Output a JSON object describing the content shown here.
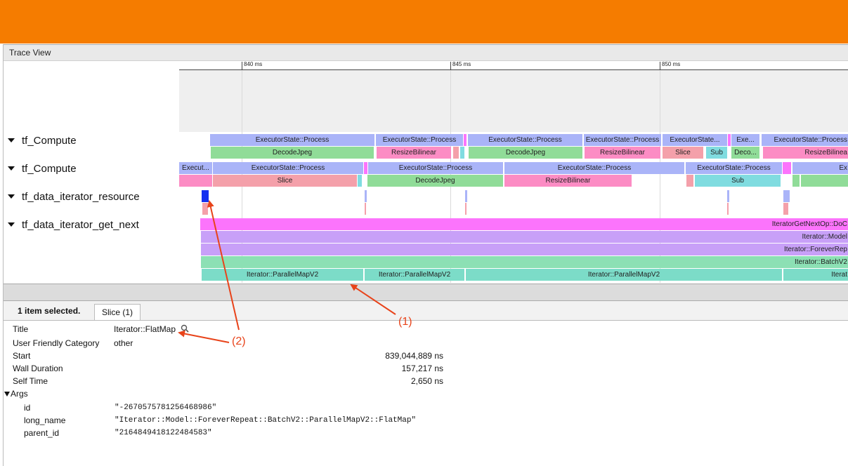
{
  "panel": {
    "title": "Trace View"
  },
  "ruler": {
    "ticks": [
      "840 ms",
      "845 ms",
      "850 ms"
    ]
  },
  "tracks": [
    "tf_Compute",
    "tf_Compute",
    "tf_data_iterator_resource",
    "tf_data_iterator_get_next"
  ],
  "slices": {
    "compute1_top": [
      "ExecutorState::Process",
      "ExecutorState::Process",
      "ExecutorState::Process",
      "ExecutorState::Process",
      "ExecutorState...",
      "Exe...",
      "ExecutorState::Process"
    ],
    "compute1_bottom": [
      "DecodeJpeg",
      "ResizeBilinear",
      "DecodeJpeg",
      "ResizeBilinear",
      "Slice",
      "Sub",
      "Deco...",
      "ResizeBilinea"
    ],
    "compute2_top": [
      "Execut...",
      "ExecutorState::Process",
      "ExecutorState::Process",
      "ExecutorState::Process",
      "ExecutorState::Process",
      "Ex"
    ],
    "compute2_bottom": [
      "Slice",
      "DecodeJpeg",
      "ResizeBilinear",
      "Sub"
    ],
    "get_next": [
      "IteratorGetNextOp::DoC",
      "Iterator::Model",
      "Iterator::ForeverRep",
      "Iterator::BatchV2"
    ],
    "parallel_map": [
      "Iterator::ParallelMapV2",
      "Iterator::ParallelMapV2",
      "Iterator::ParallelMapV2",
      "Iterat"
    ]
  },
  "selection": {
    "count_label": "1 item selected.",
    "tab_label": "Slice (1)",
    "fields": [
      {
        "label": "Title",
        "value": "Iterator::FlatMap"
      },
      {
        "label": "User Friendly Category",
        "value": "other"
      },
      {
        "label": "Start",
        "value": "839,044,889 ns"
      },
      {
        "label": "Wall Duration",
        "value": "157,217 ns"
      },
      {
        "label": "Self Time",
        "value": "2,650 ns"
      }
    ],
    "args_label": "Args",
    "args": [
      {
        "key": "id",
        "value": "\"-2670575781256468986\""
      },
      {
        "key": "long_name",
        "value": "\"Iterator::Model::ForeverRepeat::BatchV2::ParallelMapV2::FlatMap\""
      },
      {
        "key": "parent_id",
        "value": "\"2164849418122484583\""
      }
    ]
  },
  "annotations": [
    "(1)",
    "(2)"
  ],
  "colors": {
    "topbar": "#f57c00",
    "executor": "#aab4f8",
    "decode": "#90dc98",
    "resize": "#fc8cc4",
    "slice": "#f4a0aa",
    "sub": "#80dce0",
    "get_next_op": "#fc74fc",
    "model": "#c8a0f8",
    "batch": "#8ce0b4",
    "parallel_map": "#7cdcc8",
    "annotation": "#e8431a"
  }
}
